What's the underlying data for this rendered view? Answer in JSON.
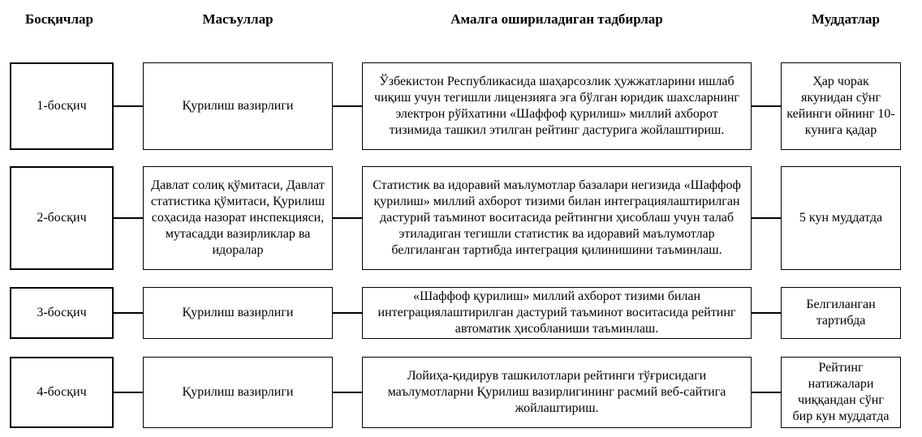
{
  "headers": {
    "stages": "Босқичлар",
    "responsible": "Масъуллар",
    "actions": "Амалга ошириладиган тадбирлар",
    "terms": "Муддатлар"
  },
  "rows": [
    {
      "stage": "1-босқич",
      "responsible": "Қурилиш вазирлиги",
      "action": "Ўзбекистон Республикасида шаҳарсозлик ҳужжатларини ишлаб чиқиш учун тегишли лицензияга эга бўлган юридик шахсларнинг электрон рўйхатини «Шаффоф қурилиш» миллий ахборот тизимида ташкил этилган рейтинг дастурига жойлаштириш.",
      "term": "Ҳар чорак якунидан сўнг кейинги ойнинг 10-кунига қадар"
    },
    {
      "stage": "2-босқич",
      "responsible": "Давлат солиқ қўмитаси, Давлат статистика қўмитаси, Қурилиш соҳасида назорат инспекцияси, мутасадди вазирликлар ва идоралар",
      "action": "Статистик ва идоравий маълумотлар базалари негизида «Шаффоф қурилиш» миллий ахборот тизими билан интеграциялаштирилган дастурий таъминот воситасида рейтингни ҳисоблаш учун талаб этиладиган тегишли статистик ва идоравий маълумотлар белгиланган тартибда интеграция қилинишини таъминлаш.",
      "term": "5 кун муддатда"
    },
    {
      "stage": "3-босқич",
      "responsible": "Қурилиш вазирлиги",
      "action": "«Шаффоф қурилиш» миллий ахборот тизими билан интеграциялаштирилган дастурий таъминот воситасида рейтинг автоматик ҳисобланиши таъминлаш.",
      "term": "Белгиланган тартибда"
    },
    {
      "stage": "4-босқич",
      "responsible": "Қурилиш вазирлиги",
      "action": "Лойиҳа-қидирув ташкилотлари рейтинги тўғрисидаги маълумотларни Қурилиш вазирлигининг расмий веб-сайтига жойлаштириш.",
      "term": "Рейтинг натижалари чиққандан сўнг бир кун муддатда"
    }
  ]
}
